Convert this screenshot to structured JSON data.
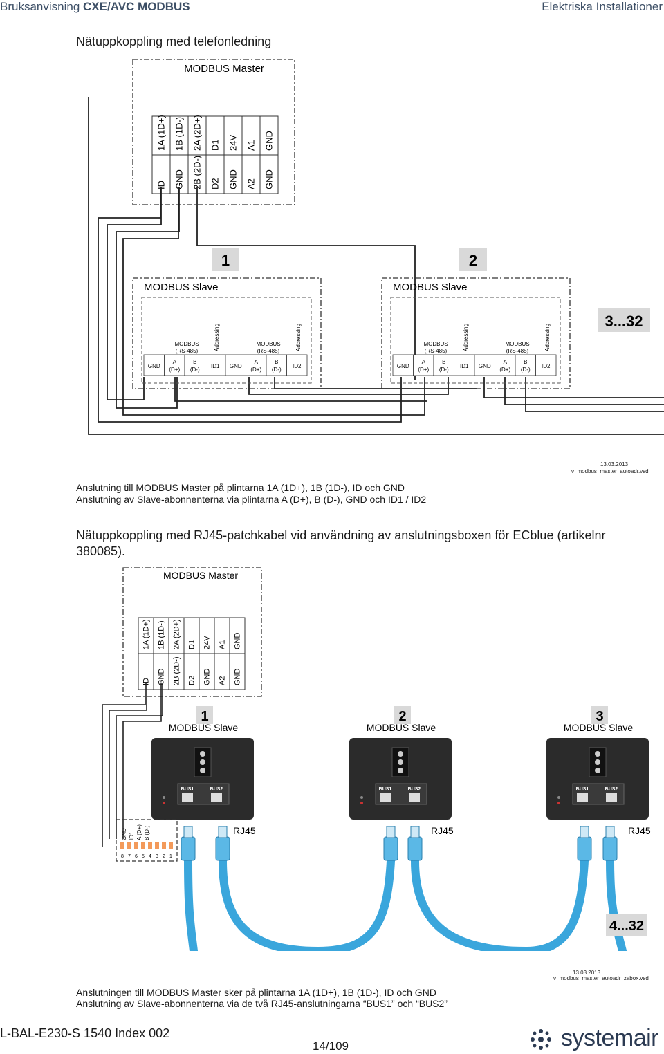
{
  "header": {
    "doc_prefix": "Bruksanvisning",
    "doc_title": "CXE/AVC MODBUS",
    "section": "Elektriska Installationer"
  },
  "diagram1": {
    "title": "Nätuppkoppling med telefonledning",
    "master_label": "MODBUS Master",
    "master_top_terminals": [
      "1A (1D+)",
      "1B (1D-)",
      "2A (2D+)",
      "D1",
      "24V",
      "A1",
      "GND"
    ],
    "master_bottom_terminals": [
      "ID",
      "GND",
      "2B (2D-)",
      "D2",
      "GND",
      "A2",
      "GND"
    ],
    "slaves": [
      {
        "number": "1",
        "label": "MODBUS Slave"
      },
      {
        "number": "2",
        "label": "MODBUS Slave"
      }
    ],
    "range_badge": "3...32",
    "group_label": "MODBUS",
    "group_sublabel": "(RS-485)",
    "addressing": "Addressing",
    "terminals": [
      "GND",
      "A",
      "B",
      "ID1",
      "GND",
      "A",
      "B",
      "ID2"
    ],
    "terminal_subs": [
      "",
      "(D+)",
      "(D-)",
      "",
      "",
      "(D+)",
      "(D-)",
      ""
    ],
    "file_date": "13.03.2013",
    "file_name": "v_modbus_master_autoadr.vsd",
    "caption_line1": "Anslutning till MODBUS Master på plintarna 1A (1D+), 1B (1D-), ID och GND",
    "caption_line2": "Anslutning av Slave-abonnenterna via plintarna A (D+), B (D-), GND och ID1 / ID2"
  },
  "diagram2": {
    "title_line1": "Nätuppkoppling med RJ45-patchkabel vid användning av anslutningsboxen för ECblue (artikelnr",
    "title_line2": "380085).",
    "master_label": "MODBUS Master",
    "master_top_terminals": [
      "1A (1D+)",
      "1B (1D-)",
      "2A (2D+)",
      "D1",
      "24V",
      "A1",
      "GND"
    ],
    "master_bottom_terminals": [
      "ID",
      "GND",
      "2B (2D-)",
      "D2",
      "GND",
      "A2",
      "GND"
    ],
    "slaves": [
      {
        "number": "1",
        "label": "MODBUS Slave"
      },
      {
        "number": "2",
        "label": "MODBUS Slave"
      },
      {
        "number": "3",
        "label": "MODBUS Slave"
      }
    ],
    "bus1": "BUS1",
    "bus2": "BUS2",
    "rj45": "RJ45",
    "plug_labels": [
      "GND",
      "ID1",
      "A (D+)",
      "B (D-)"
    ],
    "pin_numbers": [
      "8",
      "7",
      "6",
      "5",
      "4",
      "3",
      "2",
      "1"
    ],
    "range_badge": "4...32",
    "file_date": "13.03.2013",
    "file_name": "v_modbus_master_autoadr_zabox.vsd",
    "caption_line1": "Anslutningen till MODBUS Master sker på plintarna 1A (1D+), 1B (1D-), ID och GND",
    "caption_line2": "Anslutning av Slave-abonnenterna via de två RJ45-anslutningarna “BUS1” och “BUS2”"
  },
  "footer": {
    "doc_code": "L-BAL-E230-S 1540 Index 002",
    "page": "14/109",
    "logo": "systemair"
  },
  "colors": {
    "cable_blue": "#3aa6dc",
    "box_dark": "#2b2b2b",
    "badge_gray": "#d9d9d9",
    "plug_orange": "#f39a5a"
  }
}
